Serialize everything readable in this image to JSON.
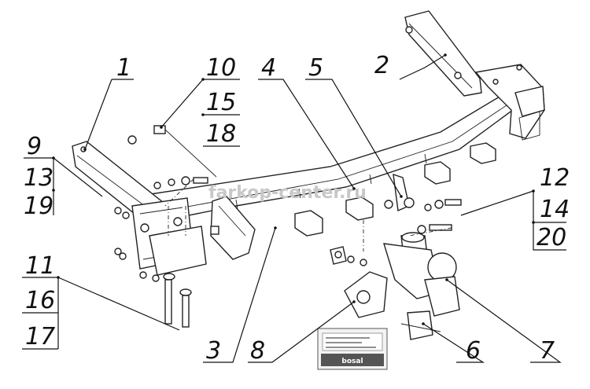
{
  "watermark": "farkop-center.ru",
  "plate_brand": "bosal",
  "callouts": {
    "c1": "1",
    "c2": "2",
    "c3": "3",
    "c4": "4",
    "c5": "5",
    "c6": "6",
    "c7": "7",
    "c8": "8",
    "c9": "9",
    "c13": "13",
    "c19": "19",
    "c10": "10",
    "c15": "15",
    "c18": "18",
    "c11": "11",
    "c16": "16",
    "c17": "17",
    "c12": "12",
    "c14": "14",
    "c20": "20"
  }
}
